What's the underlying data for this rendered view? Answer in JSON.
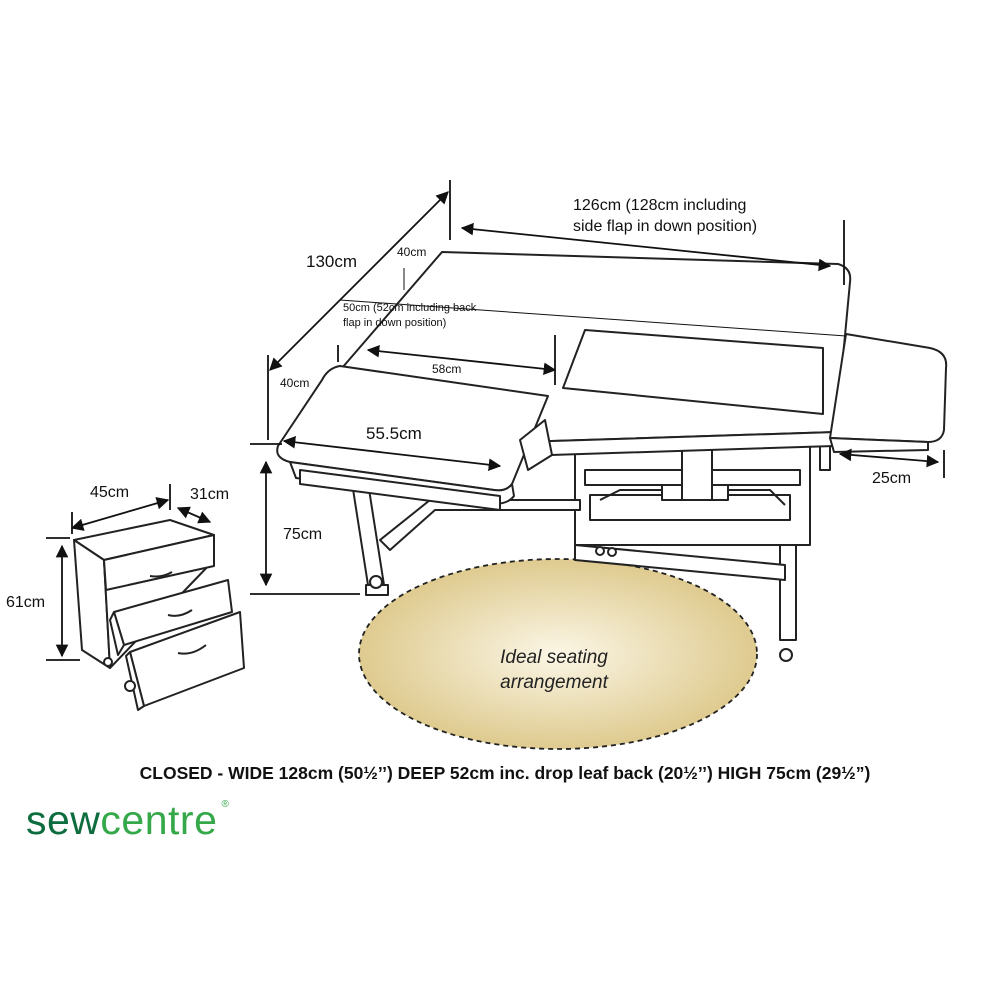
{
  "dimensions": {
    "overall_length": "130cm",
    "top_left_depth": "40cm",
    "left_depth": "40cm",
    "width_line1": "126cm (128cm including",
    "width_line2": "side flap in down position)",
    "back_depth_line1": "50cm (52cm including back",
    "back_depth_line2": "flap in down position)",
    "inner_width": "58cm",
    "front_leaf_width": "55.5cm",
    "side_flap": "25cm",
    "table_height": "75cm",
    "cabinet_width": "45cm",
    "cabinet_depth": "31cm",
    "cabinet_height": "61cm"
  },
  "seating": {
    "line1": "Ideal seating",
    "line2": "arrangement",
    "fill_color": "#d9c27e"
  },
  "caption": "CLOSED - WIDE 128cm (50½’’) DEEP 52cm inc. drop leaf back (20½’’) HIGH 75cm  (29½”)",
  "logo": {
    "part1": "sew",
    "part2": "centre",
    "mark": "®",
    "color_dark": "#0d6d3e",
    "color_light": "#35a84a"
  }
}
